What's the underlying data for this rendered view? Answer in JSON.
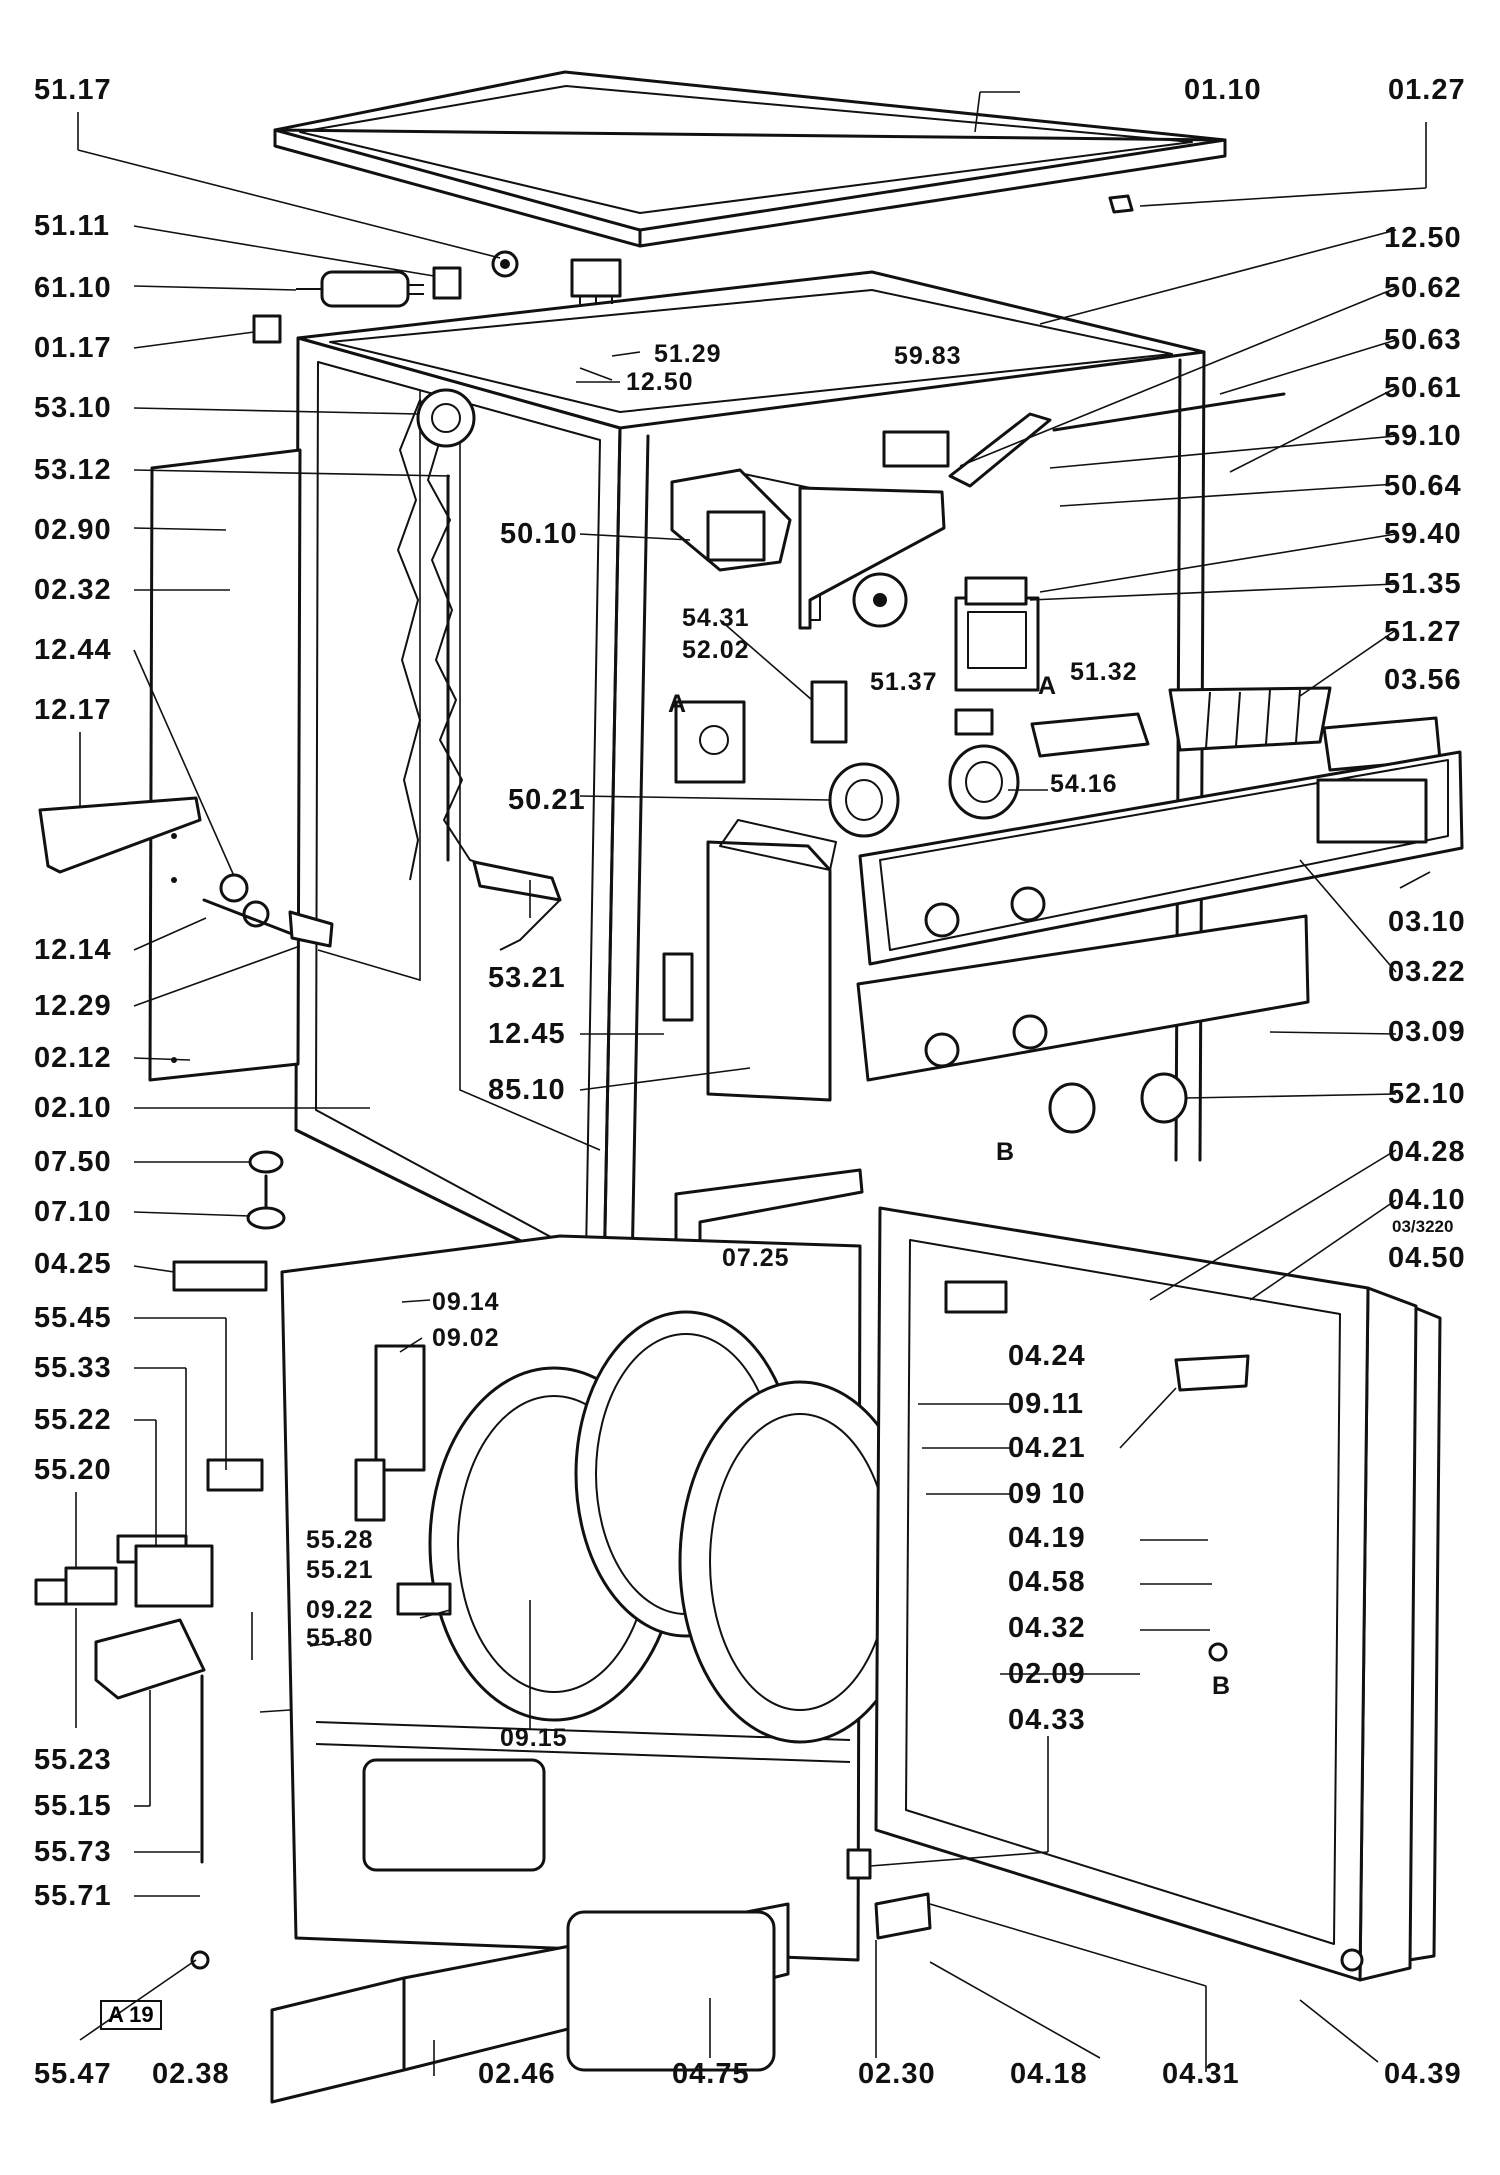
{
  "diagram": {
    "reference_box": "A 19",
    "labels": [
      {
        "id": "51.17",
        "text": "51.17"
      },
      {
        "id": "01.10",
        "text": "01.10"
      },
      {
        "id": "01.27",
        "text": "01.27"
      },
      {
        "id": "51.11",
        "text": "51.11"
      },
      {
        "id": "12.50-a",
        "text": "12.50"
      },
      {
        "id": "61.10",
        "text": "61.10"
      },
      {
        "id": "50.62",
        "text": "50.62"
      },
      {
        "id": "01.17",
        "text": "01.17"
      },
      {
        "id": "51.29",
        "text": "51.29"
      },
      {
        "id": "50.63",
        "text": "50.63"
      },
      {
        "id": "12.50-b",
        "text": "12.50"
      },
      {
        "id": "59.83",
        "text": "59.83"
      },
      {
        "id": "53.10",
        "text": "53.10"
      },
      {
        "id": "50.61",
        "text": "50.61"
      },
      {
        "id": "59.10",
        "text": "59.10"
      },
      {
        "id": "53.12",
        "text": "53.12"
      },
      {
        "id": "50.64",
        "text": "50.64"
      },
      {
        "id": "02.90",
        "text": "02.90"
      },
      {
        "id": "50.10",
        "text": "50.10"
      },
      {
        "id": "59.40",
        "text": "59.40"
      },
      {
        "id": "02.32",
        "text": "02.32"
      },
      {
        "id": "51.35",
        "text": "51.35"
      },
      {
        "id": "54.31",
        "text": "54.31"
      },
      {
        "id": "52.02",
        "text": "52.02"
      },
      {
        "id": "12.44",
        "text": "12.44"
      },
      {
        "id": "51.27",
        "text": "51.27"
      },
      {
        "id": "51.37",
        "text": "51.37"
      },
      {
        "id": "A-1",
        "text": "A"
      },
      {
        "id": "51.32",
        "text": "51.32"
      },
      {
        "id": "12.17",
        "text": "12.17"
      },
      {
        "id": "03.56",
        "text": "03.56"
      },
      {
        "id": "A-2",
        "text": "A"
      },
      {
        "id": "50.21",
        "text": "50.21"
      },
      {
        "id": "54.16",
        "text": "54.16"
      },
      {
        "id": "03.10",
        "text": "03.10"
      },
      {
        "id": "12.14",
        "text": "12.14"
      },
      {
        "id": "53.21",
        "text": "53.21"
      },
      {
        "id": "12.29",
        "text": "12.29"
      },
      {
        "id": "03.22",
        "text": "03.22"
      },
      {
        "id": "12.45",
        "text": "12.45"
      },
      {
        "id": "03.09",
        "text": "03.09"
      },
      {
        "id": "02.12",
        "text": "02.12"
      },
      {
        "id": "85.10",
        "text": "85.10"
      },
      {
        "id": "52.10",
        "text": "52.10"
      },
      {
        "id": "02.10",
        "text": "02.10"
      },
      {
        "id": "04.28",
        "text": "04.28"
      },
      {
        "id": "07.50",
        "text": "07.50"
      },
      {
        "id": "B-1",
        "text": "B"
      },
      {
        "id": "04.10",
        "text": "04.10"
      },
      {
        "id": "03/3220",
        "text": "03/3220"
      },
      {
        "id": "07.10",
        "text": "07.10"
      },
      {
        "id": "04.50",
        "text": "04.50"
      },
      {
        "id": "04.25",
        "text": "04.25"
      },
      {
        "id": "07.25",
        "text": "07.25"
      },
      {
        "id": "09.14",
        "text": "09.14"
      },
      {
        "id": "55.45",
        "text": "55.45"
      },
      {
        "id": "09.02",
        "text": "09.02"
      },
      {
        "id": "04.24",
        "text": "04.24"
      },
      {
        "id": "55.33",
        "text": "55.33"
      },
      {
        "id": "09.11",
        "text": "09.11"
      },
      {
        "id": "55.22",
        "text": "55.22"
      },
      {
        "id": "04.21",
        "text": "04.21"
      },
      {
        "id": "55.20",
        "text": "55.20"
      },
      {
        "id": "09 10",
        "text": "09 10"
      },
      {
        "id": "55.28",
        "text": "55.28"
      },
      {
        "id": "04.19",
        "text": "04.19"
      },
      {
        "id": "55.21",
        "text": "55.21"
      },
      {
        "id": "04.58",
        "text": "04.58"
      },
      {
        "id": "09.22",
        "text": "09.22"
      },
      {
        "id": "04.32",
        "text": "04.32"
      },
      {
        "id": "55.80",
        "text": "55.80"
      },
      {
        "id": "B-2",
        "text": "B"
      },
      {
        "id": "02.09",
        "text": "02.09"
      },
      {
        "id": "09.15",
        "text": "09.15"
      },
      {
        "id": "04.33",
        "text": "04.33"
      },
      {
        "id": "55.23",
        "text": "55.23"
      },
      {
        "id": "55.15",
        "text": "55.15"
      },
      {
        "id": "55.73",
        "text": "55.73"
      },
      {
        "id": "55.71",
        "text": "55.71"
      },
      {
        "id": "55.47",
        "text": "55.47"
      },
      {
        "id": "02.38",
        "text": "02.38"
      },
      {
        "id": "02.46",
        "text": "02.46"
      },
      {
        "id": "04.75",
        "text": "04.75"
      },
      {
        "id": "02.30",
        "text": "02.30"
      },
      {
        "id": "04.18",
        "text": "04.18"
      },
      {
        "id": "04.31",
        "text": "04.31"
      },
      {
        "id": "04.39",
        "text": "04.39"
      }
    ]
  }
}
